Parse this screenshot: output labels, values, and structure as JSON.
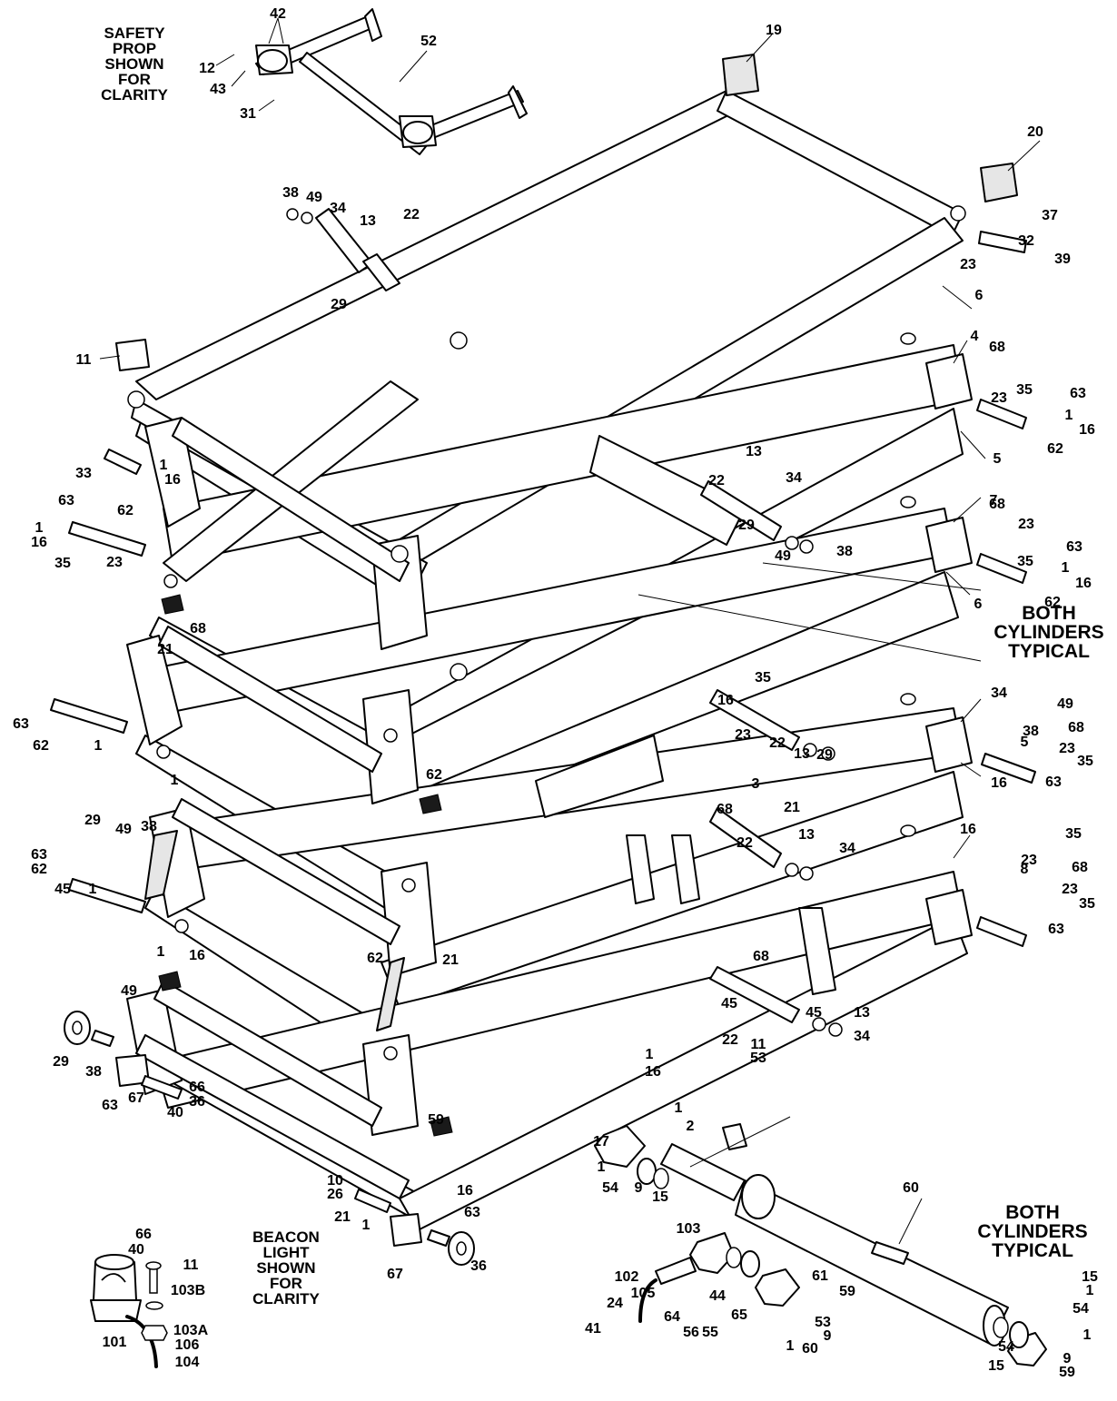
{
  "notes": {
    "safety_prop": [
      "SAFETY",
      "PROP",
      "SHOWN",
      "FOR",
      "CLARITY"
    ],
    "beacon_light": [
      "BEACON",
      "LIGHT",
      "SHOWN",
      "FOR",
      "CLARITY"
    ],
    "cylinders_typical_upper": [
      "BOTH",
      "CYLINDERS",
      "TYPICAL"
    ],
    "cylinders_typical_lower": [
      "BOTH",
      "CYLINDERS",
      "TYPICAL"
    ]
  },
  "callouts": [
    "42",
    "52",
    "19",
    "12",
    "43",
    "31",
    "20",
    "38",
    "49",
    "34",
    "13",
    "22",
    "29",
    "37",
    "32",
    "23",
    "39",
    "6",
    "11",
    "4",
    "68",
    "23",
    "35",
    "63",
    "1",
    "16",
    "62",
    "5",
    "33",
    "1",
    "16",
    "63",
    "62",
    "1",
    "16",
    "35",
    "23",
    "22",
    "13",
    "34",
    "29",
    "49",
    "38",
    "7",
    "68",
    "23",
    "35",
    "63",
    "1",
    "16",
    "62",
    "6",
    "68",
    "21",
    "BOTH",
    "CYLINDERS",
    "TYPICAL",
    "63",
    "62",
    "1",
    "16",
    "35",
    "23",
    "22",
    "13",
    "29",
    "34",
    "49",
    "38",
    "5",
    "68",
    "23",
    "35",
    "63",
    "1",
    "16",
    "62",
    "68",
    "3",
    "21",
    "22",
    "13",
    "34",
    "29",
    "49",
    "38",
    "63",
    "62",
    "45",
    "1",
    "16",
    "35",
    "23",
    "8",
    "68",
    "23",
    "35",
    "63",
    "1",
    "16",
    "62",
    "21",
    "68",
    "45",
    "45",
    "13",
    "22",
    "34",
    "49",
    "29",
    "38",
    "67",
    "40",
    "66",
    "36",
    "63",
    "1",
    "16",
    "11",
    "53",
    "1",
    "2",
    "17",
    "1",
    "54",
    "9",
    "15",
    "60",
    "59",
    "10",
    "26",
    "21",
    "1",
    "16",
    "63",
    "36",
    "67",
    "66",
    "40",
    "11",
    "103B",
    "103A",
    "101",
    "106",
    "104",
    "103",
    "102",
    "105",
    "24",
    "41",
    "64",
    "56",
    "55",
    "44",
    "65",
    "61",
    "59",
    "60",
    "1",
    "53",
    "9",
    "15",
    "1",
    "54",
    "1",
    "54",
    "15",
    "9",
    "59",
    "60",
    "1",
    "53"
  ]
}
